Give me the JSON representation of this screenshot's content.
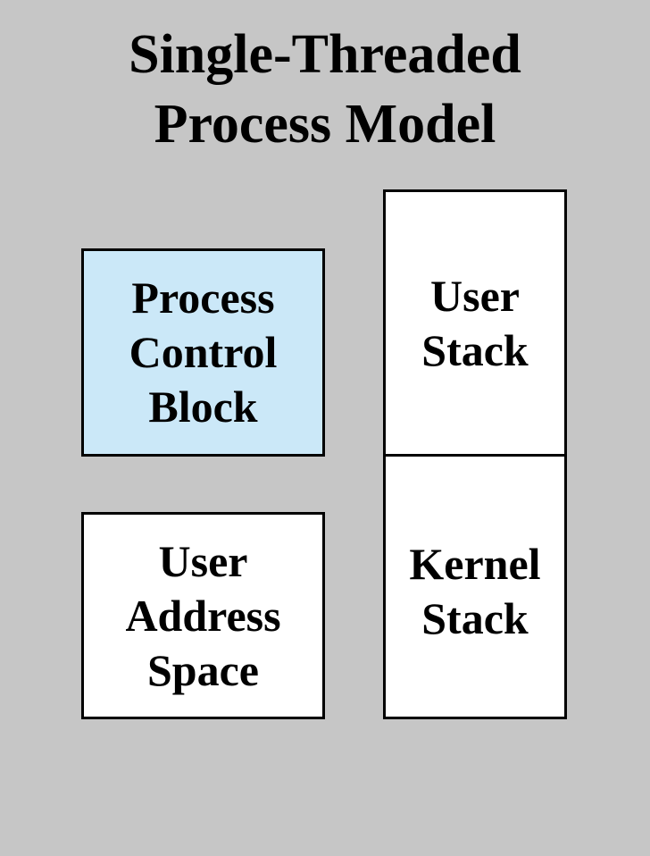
{
  "title": {
    "line1": "Single-Threaded",
    "line2": "Process Model"
  },
  "blocks": {
    "process_control_block": {
      "lines": [
        "Process",
        "Control",
        "Block"
      ],
      "fill": "#cbe8f8"
    },
    "user_address_space": {
      "lines": [
        "User",
        "Address",
        "Space"
      ],
      "fill": "#ffffff"
    },
    "user_stack": {
      "lines": [
        "User",
        "Stack"
      ],
      "fill": "#ffffff"
    },
    "kernel_stack": {
      "lines": [
        "Kernel",
        "Stack"
      ],
      "fill": "#ffffff"
    }
  },
  "colors": {
    "background": "#c6c6c6",
    "border": "#000000"
  }
}
